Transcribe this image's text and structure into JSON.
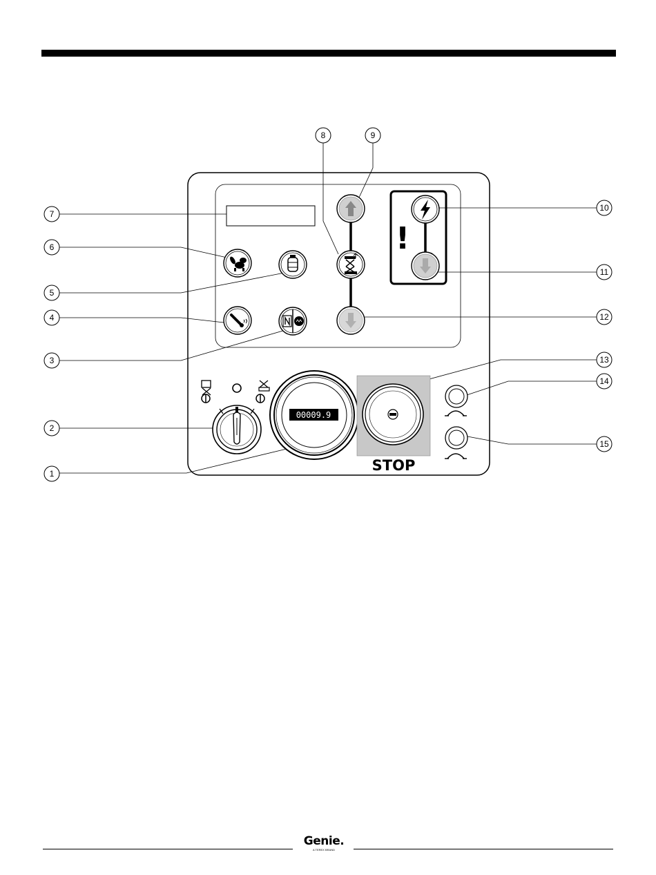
{
  "callouts": [
    "1",
    "2",
    "3",
    "4",
    "5",
    "6",
    "7",
    "8",
    "9",
    "10",
    "11",
    "12",
    "13",
    "14",
    "15"
  ],
  "hour_meter": {
    "reading": "00009.9"
  },
  "stop_button": {
    "label": "STOP"
  },
  "warning_panel": {
    "symbol": "!"
  },
  "footer": {
    "brand": "Genie.",
    "brand_tagline": "A TEREX BRAND"
  },
  "colors": {
    "ink": "#000000",
    "stop_plate": "#c8c8c8",
    "disabled_button": "#d0d0d0",
    "page": "#ffffff"
  },
  "icons": {
    "key_switch_left": "platform-control-icon",
    "key_switch_mid": "off-icon",
    "key_switch_right": "ground-control-icon",
    "button_6": "rabbit-turtle-icon",
    "button_5": "gas-lpg-icon",
    "button_4": "glow-plug-icon",
    "button_3": "generator-icon",
    "button_9": "up-arrow-icon",
    "button_8": "lift-function-icon",
    "button_12": "down-arrow-icon",
    "button_10": "power-lightning-icon",
    "button_11": "emergency-down-icon",
    "breaker_14": "circuit-breaker-icon",
    "breaker_15": "circuit-breaker-icon"
  }
}
